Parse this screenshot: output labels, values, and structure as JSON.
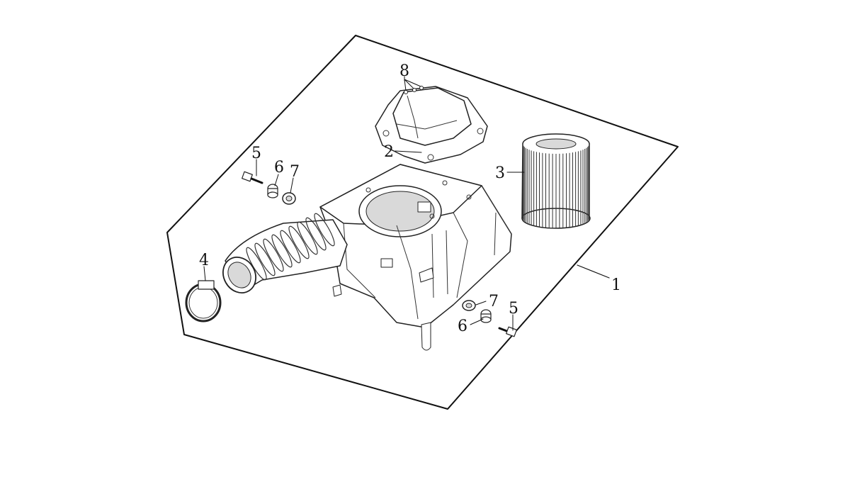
{
  "diagram": {
    "callouts": [
      {
        "id": "c8",
        "text": "8"
      },
      {
        "id": "c2",
        "text": "2"
      },
      {
        "id": "c3",
        "text": "3"
      },
      {
        "id": "c5a",
        "text": "5"
      },
      {
        "id": "c6a",
        "text": "6"
      },
      {
        "id": "c7a",
        "text": "7"
      },
      {
        "id": "c4",
        "text": "4"
      },
      {
        "id": "c1",
        "text": "1"
      },
      {
        "id": "c7b",
        "text": "7"
      },
      {
        "id": "c6b",
        "text": "6"
      },
      {
        "id": "c5b",
        "text": "5"
      }
    ]
  }
}
